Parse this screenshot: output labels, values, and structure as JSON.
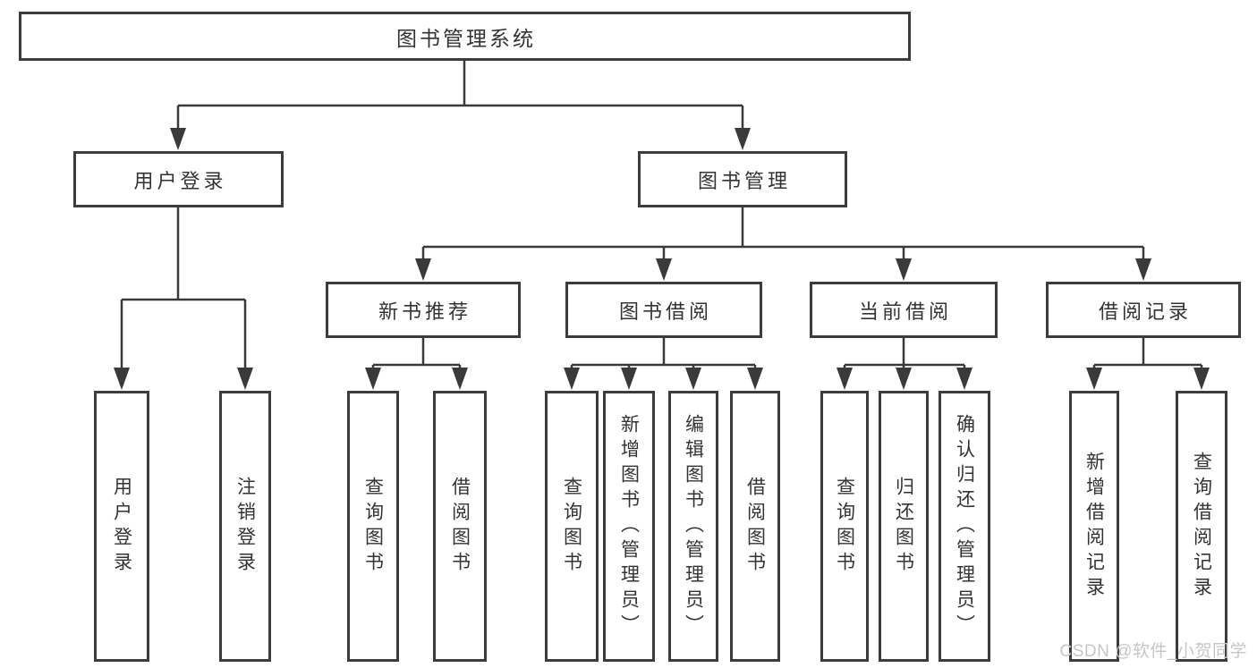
{
  "tree": {
    "root": "图书管理系统",
    "user_login": {
      "label": "用户登录",
      "leaves": [
        "用户登录",
        "注销登录"
      ]
    },
    "book_mgmt": {
      "label": "图书管理",
      "groups": [
        {
          "label": "新书推荐",
          "leaves": [
            "查询图书",
            "借阅图书"
          ]
        },
        {
          "label": "图书借阅",
          "leaves": [
            "查询图书",
            "新增图书（管理员）",
            "编辑图书（管理员）",
            "借阅图书"
          ]
        },
        {
          "label": "当前借阅",
          "leaves": [
            "查询图书",
            "归还图书",
            "确认归还（管理员）"
          ]
        },
        {
          "label": "借阅记录",
          "leaves": [
            "新增借阅记录",
            "查询借阅记录"
          ]
        }
      ]
    }
  },
  "watermark": "CSDN @软件_小贺同学",
  "colors": {
    "line": "#3a3a3a",
    "text": "#333333",
    "watermark": "#c6c6c6",
    "background": "#ffffff"
  }
}
